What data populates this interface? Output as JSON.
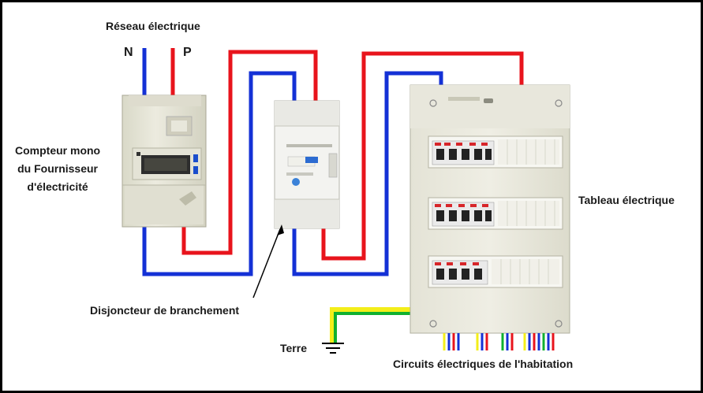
{
  "title": "Réseau électrique",
  "phase_labels": {
    "neutral": "N",
    "phase": "P"
  },
  "meter_label": [
    "Compteur mono",
    "du Fournisseur",
    "d'électricité"
  ],
  "breaker_label": "Disjoncteur de branchement",
  "panel_label": "Tableau électrique",
  "earth_label": "Terre",
  "circuits_label": "Circuits électriques de l'habitation",
  "colors": {
    "phase_wire": "#e8141c",
    "neutral_wire": "#1431d6",
    "earth_wire_green": "#10b030",
    "earth_wire_yellow": "#f3ee1a",
    "device_body": "#ebebdf",
    "device_shadow": "#c9c9b8",
    "breaker_module": "#f5f5f5"
  }
}
